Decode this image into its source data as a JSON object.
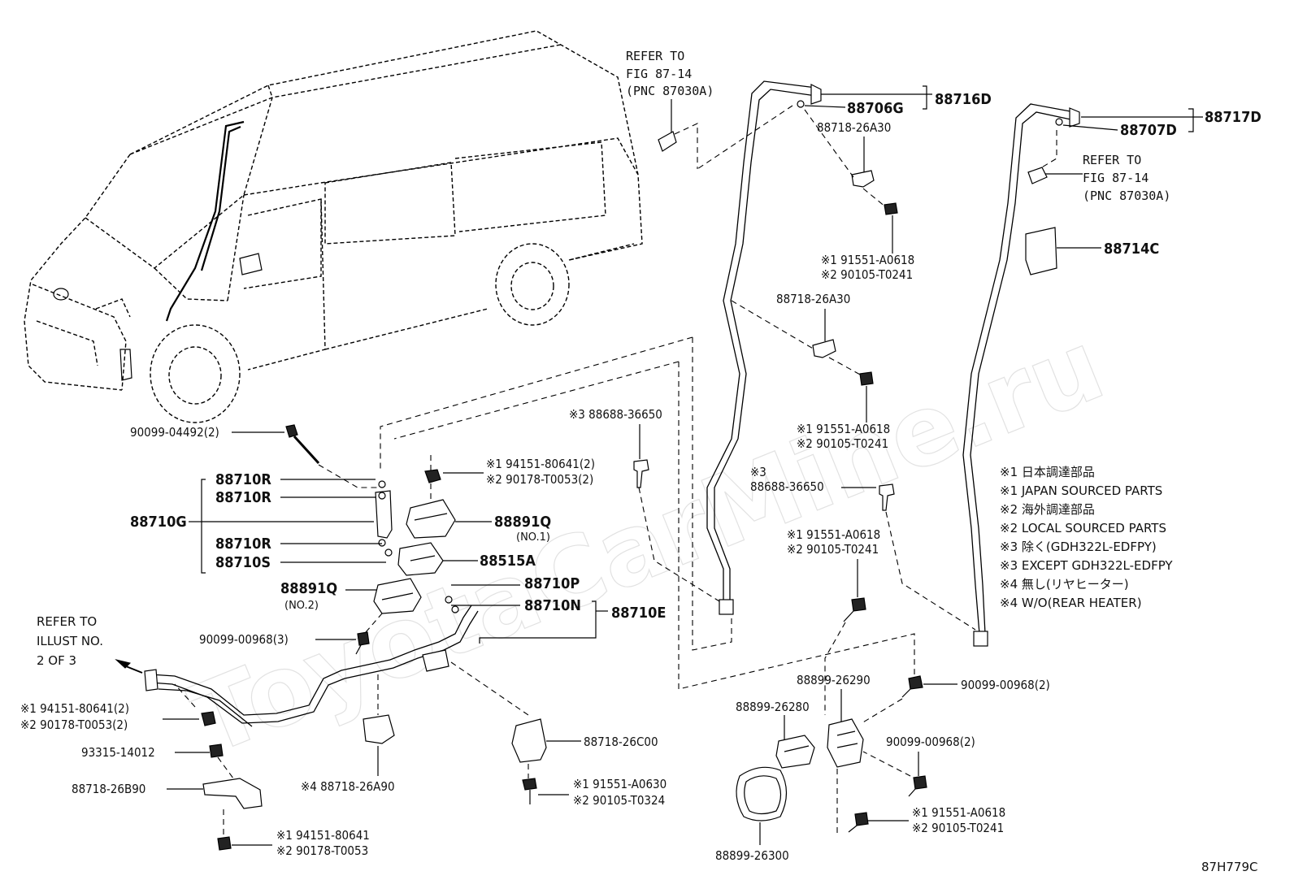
{
  "watermark": "ToyotaCarMine.ru",
  "figure_code": "87H779C",
  "refer_top": {
    "line1": "REFER TO",
    "line2": "FIG 87-14",
    "line3": "(PNC 87030A)"
  },
  "refer_right": {
    "line1": "REFER TO",
    "line2": "FIG 87-14",
    "line3": "(PNC 87030A)"
  },
  "refer_left": {
    "line1": "REFER TO",
    "line2": "ILLUST NO.",
    "line3": "2 OF 3"
  },
  "labels": {
    "p88716D": "88716D",
    "p88706G": "88706G",
    "p88718_26A30_a": "88718-26A30",
    "p91551_a": "※1 91551-A0618",
    "p90105_a": "※2 90105-T0241",
    "p88718_26A30_b": "88718-26A30",
    "p91551_b": "※1 91551-A0618",
    "p90105_b": "※2 90105-T0241",
    "p88717D": "88717D",
    "p88707D": "88707D",
    "p88714C": "88714C",
    "p88688_a": "※3 88688-36650",
    "p88688_b_mark": "※3",
    "p88688_b": "88688-36650",
    "p91551_c": "※1 91551-A0618",
    "p90105_c": "※2 90105-T0241",
    "p90099_04492": "90099-04492(2)",
    "p94151_a": "※1 94151-80641(2)",
    "p90178_a": "※2 90178-T0053(2)",
    "p88710R_1": "88710R",
    "p88710R_2": "88710R",
    "p88710G": "88710G",
    "p88710R_3": "88710R",
    "p88710S": "88710S",
    "p88891Q_1": "88891Q",
    "p88891Q_1_sub": "(NO.1)",
    "p88515A": "88515A",
    "p88891Q_2": "88891Q",
    "p88891Q_2_sub": "(NO.2)",
    "p88710P": "88710P",
    "p88710N": "88710N",
    "p88710E": "88710E",
    "p90099_00968_3": "90099-00968(3)",
    "p94151_b": "※1 94151-80641(2)",
    "p90178_b": "※2 90178-T0053(2)",
    "p93315": "93315-14012",
    "p88718_26B90": "88718-26B90",
    "p94151_c": "※1 94151-80641",
    "p90178_c": "※2 90178-T0053",
    "p88718_26A90": "※4 88718-26A90",
    "p88718_26C00": "88718-26C00",
    "p91551_A0630": "※1 91551-A0630",
    "p90105_T0324": "※2 90105-T0324",
    "p88899_26290": "88899-26290",
    "p88899_26280": "88899-26280",
    "p90099_00968_2a": "90099-00968(2)",
    "p90099_00968_2b": "90099-00968(2)",
    "p91551_d": "※1 91551-A0618",
    "p90105_d": "※2 90105-T0241",
    "p88899_26300": "88899-26300"
  },
  "notes": [
    "※1 日本調達部品",
    "※1 JAPAN SOURCED PARTS",
    "※2 海外調達部品",
    "※2 LOCAL SOURCED PARTS",
    "※3 除く(GDH322L-EDFPY)",
    "※3 EXCEPT GDH322L-EDFPY",
    "※4 無し(リヤヒーター)",
    "※4 W/O(REAR HEATER)"
  ]
}
